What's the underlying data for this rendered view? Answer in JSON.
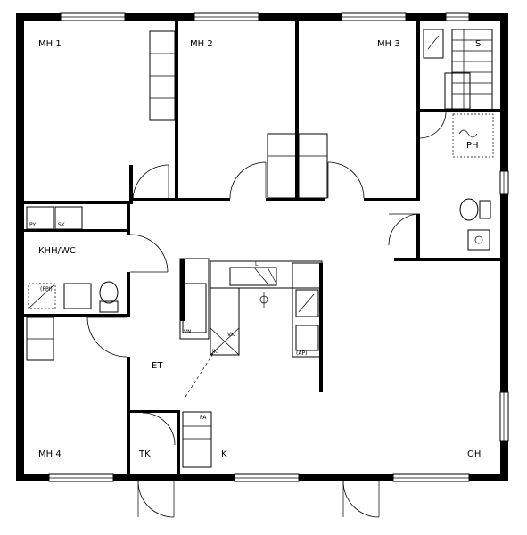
{
  "rooms": {
    "mh1": "MH 1",
    "mh2": "MH 2",
    "mh3": "MH 3",
    "mh4": "MH 4",
    "s": "S",
    "ph": "PH",
    "khh_wc": "KHH/WC",
    "et": "ET",
    "tk": "TK",
    "k": "K",
    "oh": "OH"
  },
  "fixtures": {
    "py": "PY",
    "sk": "SK",
    "ppi": "(PPI)",
    "l": "L",
    "vk": "VK",
    "jk": "JK",
    "ap": "(AP)",
    "vn": "VN",
    "pa": "PA"
  }
}
